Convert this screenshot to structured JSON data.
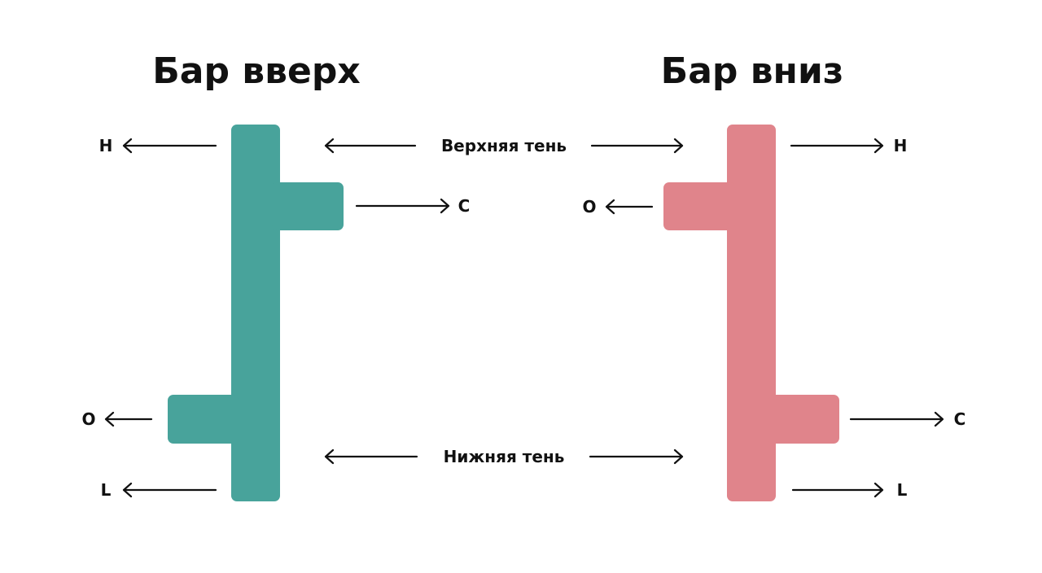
{
  "up_bar": {
    "title": "Бар вверх",
    "color": "#48a39b",
    "labels": {
      "high": "H",
      "close": "C",
      "open": "O",
      "low": "L"
    }
  },
  "down_bar": {
    "title": "Бар вниз",
    "color": "#e0848b",
    "labels": {
      "high": "H",
      "open": "O",
      "close": "C",
      "low": "L"
    }
  },
  "shadows": {
    "upper": "Верхняя тень",
    "lower": "Нижняя тень"
  }
}
